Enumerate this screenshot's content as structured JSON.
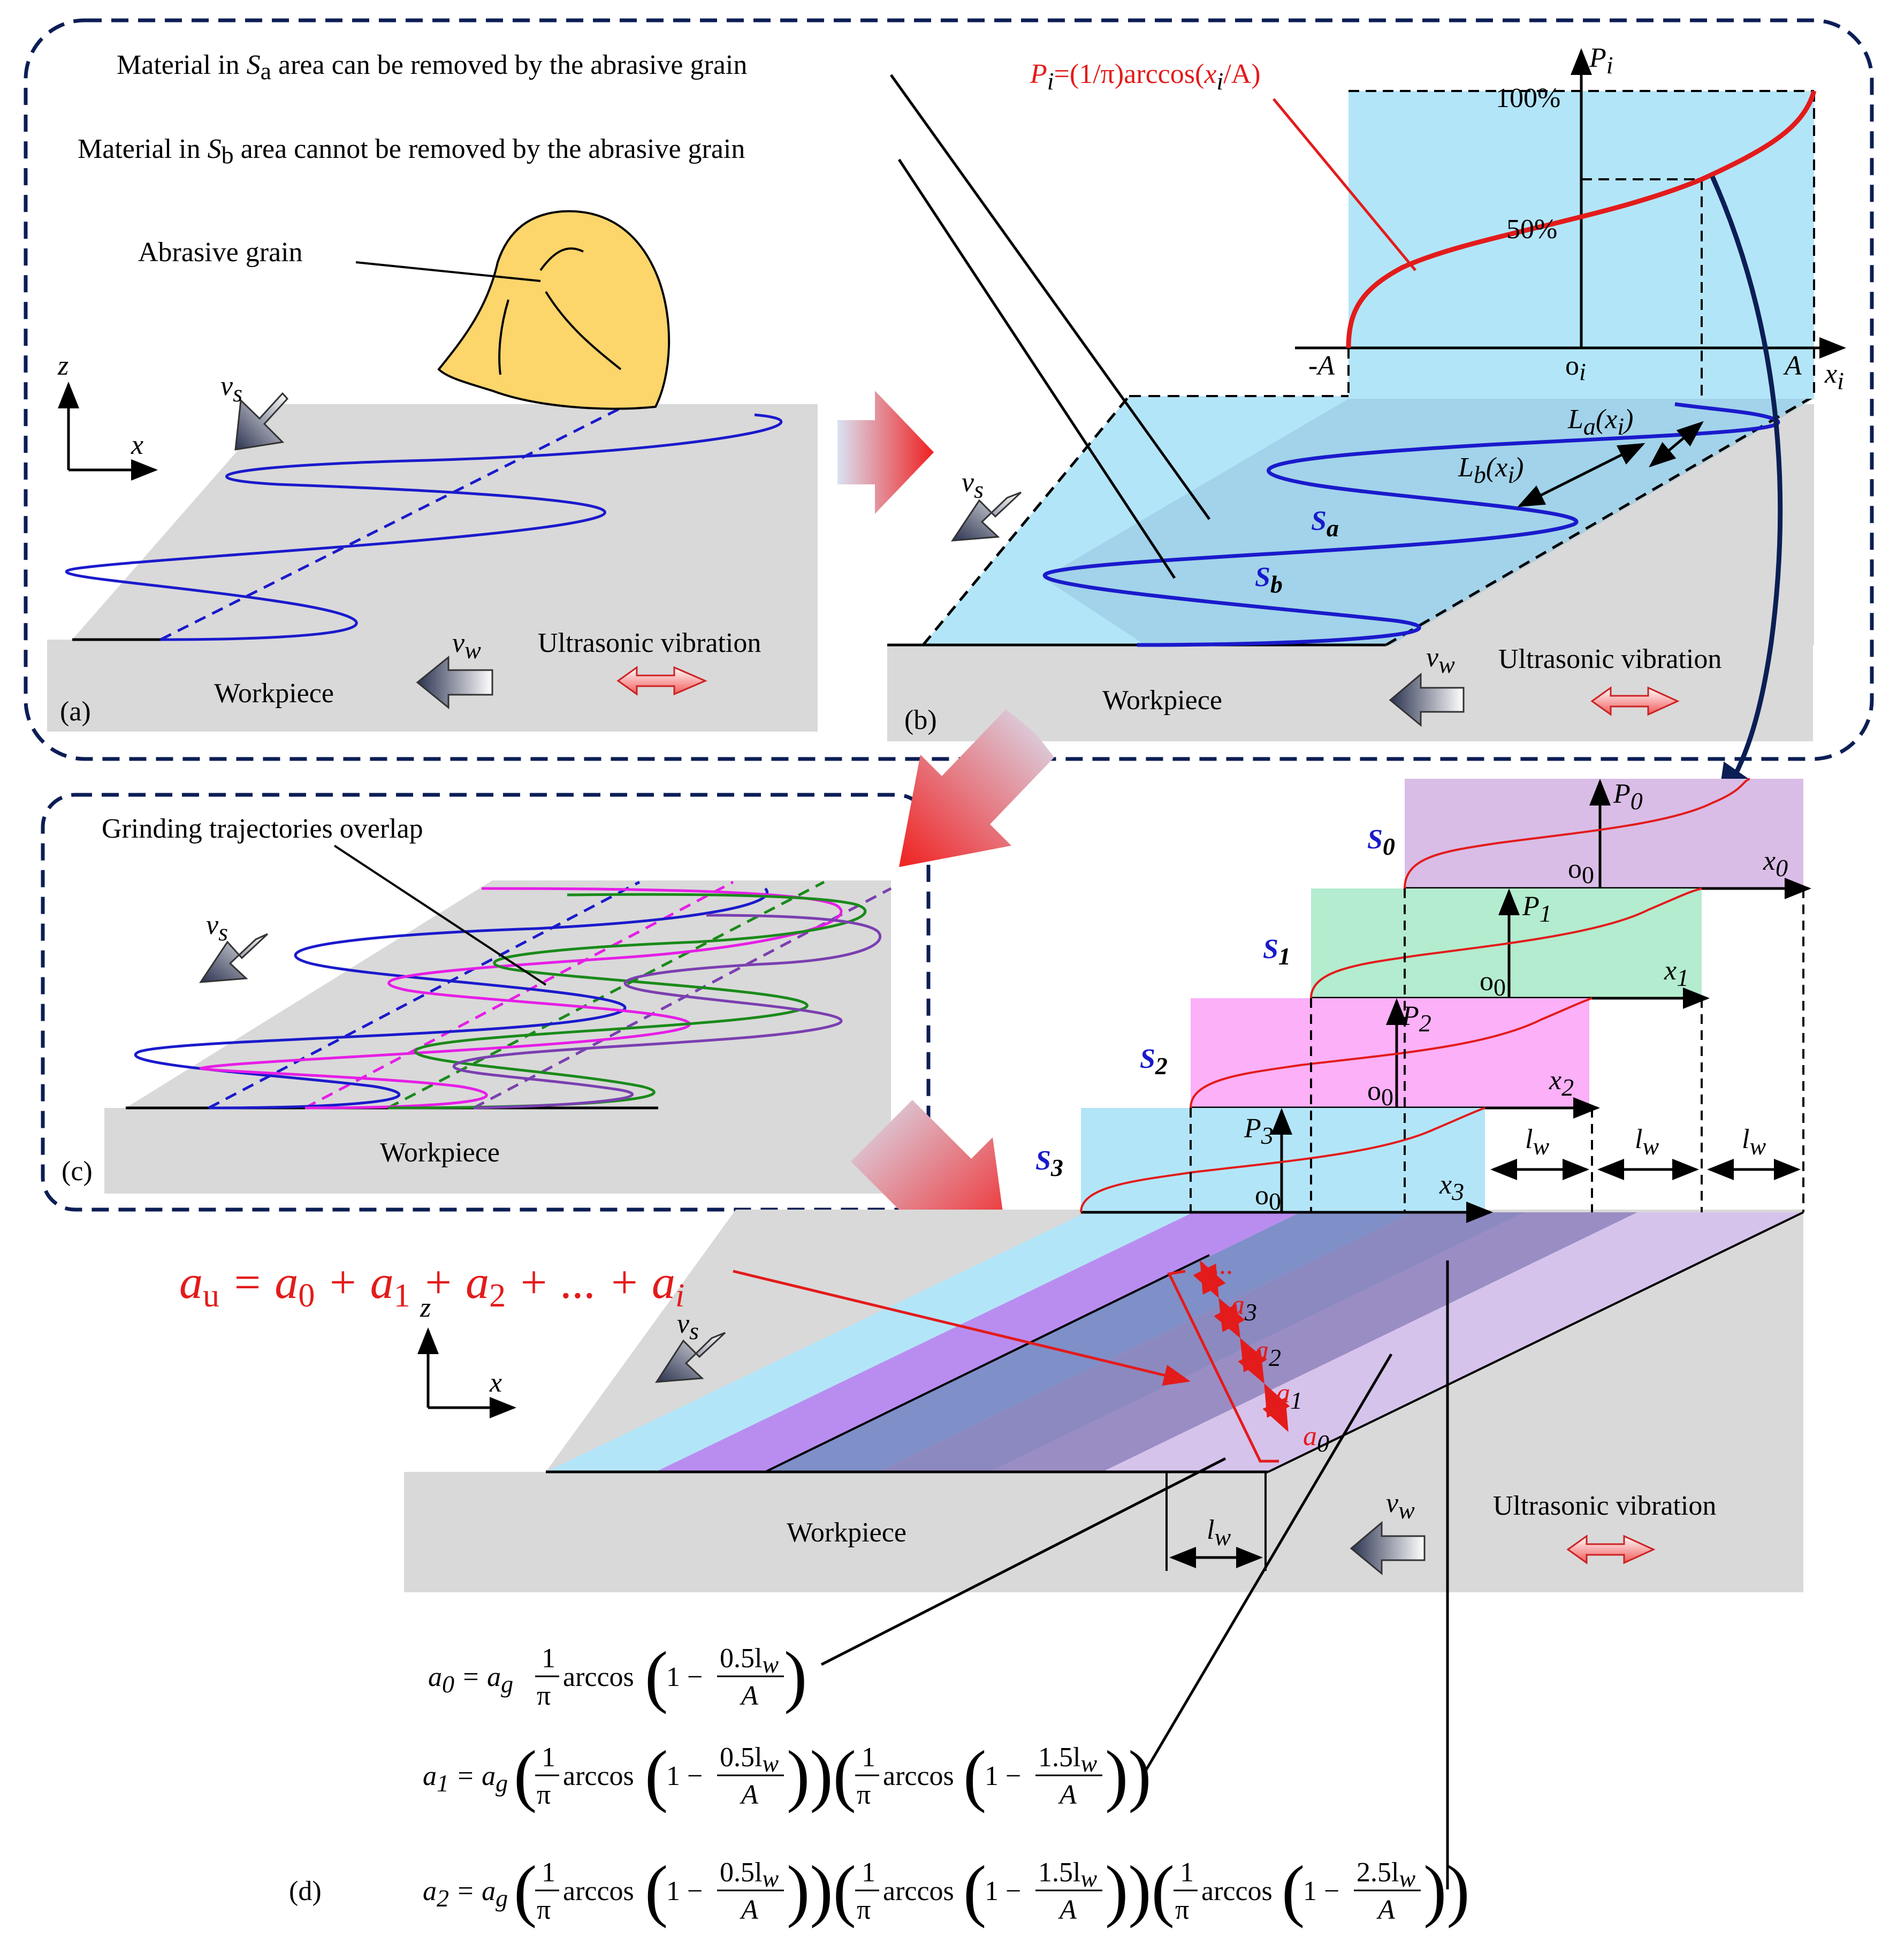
{
  "panels": {
    "a": {
      "tag": "(a)",
      "grain_label": "Abrasive grain",
      "workpiece": "Workpiece",
      "ultrasonic": "Ultrasonic vibration",
      "vs_sym": "v",
      "vs_sub": "s",
      "vw_sym": "v",
      "vw_sub": "w",
      "axis_z": "z",
      "axis_x": "x"
    },
    "b": {
      "tag": "(b)",
      "note_sa": {
        "pre": "Material in ",
        "sym": "S",
        "sub": "a",
        "post": " area can be removed by the abrasive grain"
      },
      "note_sb": {
        "pre": "Material in ",
        "sym": "S",
        "sub": "b",
        "post": " area cannot be removed by the abrasive grain"
      },
      "formula": {
        "p": "P",
        "i": "i",
        "rest1": "=(1/π)arccos(",
        "x": "x",
        "xi": "i",
        "rest2": "/A)"
      },
      "pi_axis": {
        "sym": "P",
        "sub": "i"
      },
      "xi_axis": {
        "sym": "x",
        "sub": "i"
      },
      "oi": {
        "sym": "o",
        "sub": "i"
      },
      "pct100": "100%",
      "pct50": "50%",
      "neg_a": "-A",
      "pos_a": "A",
      "la": {
        "sym": "L",
        "sub": "a",
        "arg": "(x",
        "argsub": "i",
        "close": ")"
      },
      "lb": {
        "sym": "L",
        "sub": "b",
        "arg": "(x",
        "argsub": "i",
        "close": ")"
      },
      "sa": {
        "sym": "S",
        "sub": "a"
      },
      "sb": {
        "sym": "S",
        "sub": "b"
      },
      "workpiece": "Workpiece",
      "ultrasonic": "Ultrasonic vibration",
      "vs_sym": "v",
      "vs_sub": "s",
      "vw_sym": "v",
      "vw_sub": "w"
    },
    "c": {
      "tag": "(c)",
      "overlap": "Grinding trajectories overlap",
      "workpiece": "Workpiece",
      "vs_sym": "v",
      "vs_sub": "s"
    },
    "d": {
      "tag": "(d)",
      "workpiece": "Workpiece",
      "ultrasonic": "Ultrasonic vibration",
      "axis_z": "z",
      "axis_x": "x",
      "vs_sym": "v",
      "vs_sub": "s",
      "vw_sym": "v",
      "vw_sub": "w",
      "lw_sym": "l",
      "lw_sub": "w",
      "au_eq": {
        "a": "a",
        "u": "u",
        "mid": " = a",
        "s0": "0",
        "p1": " + a",
        "s1": "1",
        "p2": " + a",
        "s2": "2",
        "p3": " + ... + a",
        "si": "i"
      },
      "depths": [
        {
          "sym": "a",
          "sub": "0"
        },
        {
          "sym": "a",
          "sub": "1"
        },
        {
          "sym": "a",
          "sub": "2"
        },
        {
          "sym": "a",
          "sub": "3"
        }
      ],
      "dots": "...",
      "layers": [
        {
          "s": "S",
          "sub": "0",
          "p": "P",
          "psub": "0",
          "x": "x",
          "xsub": "0",
          "o": "o",
          "osub": "0",
          "color": "#d9bde6"
        },
        {
          "s": "S",
          "sub": "1",
          "p": "P",
          "psub": "1",
          "x": "x",
          "xsub": "1",
          "o": "o",
          "osub": "0",
          "color": "#b3ecce"
        },
        {
          "s": "S",
          "sub": "2",
          "p": "P",
          "psub": "2",
          "x": "x",
          "xsub": "2",
          "o": "o",
          "osub": "0",
          "color": "#fbb0f8"
        },
        {
          "s": "S",
          "sub": "3",
          "p": "P",
          "psub": "3",
          "x": "x",
          "xsub": "3",
          "o": "o",
          "osub": "0",
          "color": "#b3e5f8"
        }
      ],
      "eq0": {
        "lhs": "a",
        "lsub": "0",
        "eq": " = a",
        "gsub": "g",
        "frac": "1",
        "pi": "π",
        "fn": "arccos",
        "one": "1 − ",
        "num": "0.5l",
        "nsub": "w",
        "den": "A"
      },
      "eq1": {
        "lhs": "a",
        "lsub": "1",
        "eq": " = a",
        "gsub": "g",
        "frac": "1",
        "pi": "π",
        "fn": "arccos",
        "one": "1 − ",
        "num1": "0.5l",
        "num2": "1.5l",
        "nsub": "w",
        "den": "A"
      },
      "eq2": {
        "lhs": "a",
        "lsub": "2",
        "eq": " = a",
        "gsub": "g",
        "frac": "1",
        "pi": "π",
        "fn": "arccos",
        "one": "1 − ",
        "num1": "0.5l",
        "num2": "1.5l",
        "num3": "2.5l",
        "nsub": "w",
        "den": "A"
      }
    }
  },
  "colors": {
    "frame": "#0b1e55",
    "trajectory": "#1a1acc",
    "formula": "#e31b1b",
    "sa_fill": "#b3e5f8",
    "grain": "#fcd56b",
    "workpiece": "#d9d9d9",
    "magenta": "#e61ee6",
    "green": "#1a8a1a",
    "purple": "#7b3fb0"
  }
}
